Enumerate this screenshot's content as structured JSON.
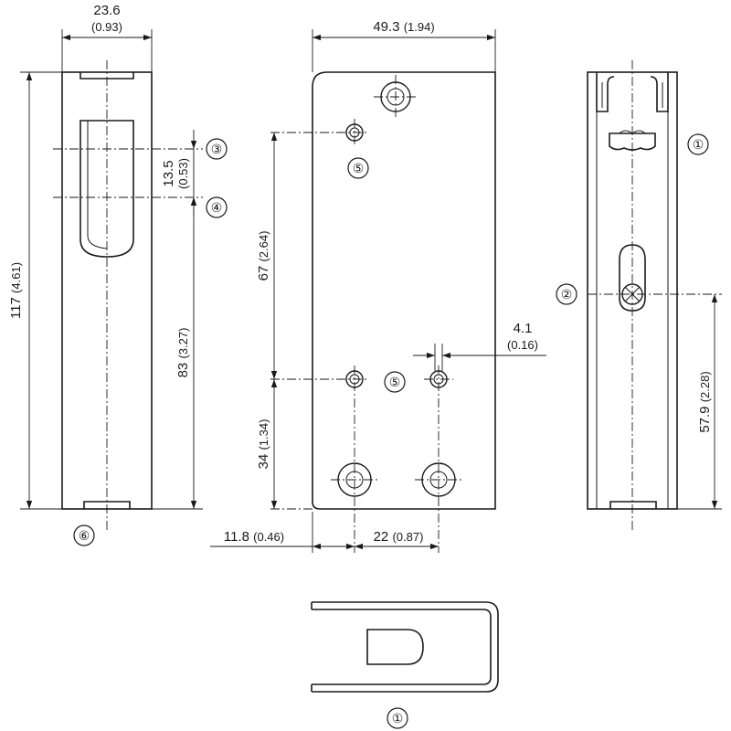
{
  "dimensions": {
    "width_left_view": {
      "value": "23.6",
      "inch": "(0.93)"
    },
    "width_main_view": {
      "value": "49.3",
      "inch": "(1.94)"
    },
    "height_total": {
      "value": "117",
      "inch": "(4.61)"
    },
    "slot_offset": {
      "value": "13.5",
      "inch": "(0.53)"
    },
    "slot_to_bottom": {
      "value": "83",
      "inch": "(3.27)"
    },
    "hole_spacing_vertical": {
      "value": "67",
      "inch": "(2.64)"
    },
    "hole_to_bottom": {
      "value": "34",
      "inch": "(1.34)"
    },
    "small_hole_dia": {
      "value": "4.1",
      "inch": "(0.16)"
    },
    "edge_to_hole": {
      "value": "11.8",
      "inch": "(0.46)"
    },
    "hole_spacing_horizontal": {
      "value": "22",
      "inch": "(0.87)"
    },
    "screw_height": {
      "value": "57.9",
      "inch": "(2.28)"
    }
  },
  "callouts": {
    "c1_top": "①",
    "c1_bottom": "①",
    "c2": "②",
    "c3": "③",
    "c4": "④",
    "c5_top": "⑤",
    "c5_bottom": "⑤",
    "c6": "⑥"
  }
}
